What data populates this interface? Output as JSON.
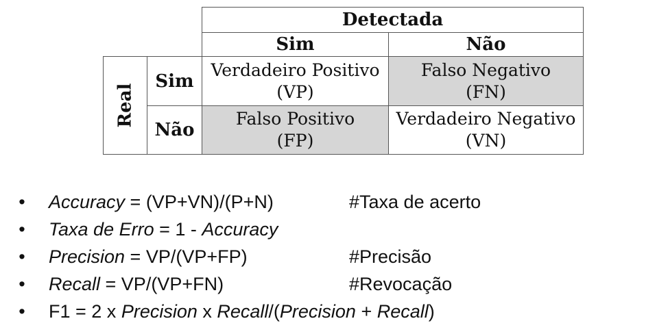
{
  "matrix": {
    "top_header": "Detectada",
    "col_sim": "Sim",
    "col_nao": "Não",
    "row_header": "Real",
    "row_sim": "Sim",
    "row_nao": "Não",
    "tp": {
      "line1": "Verdadeiro Positivo",
      "line2": "(VP)"
    },
    "fn": {
      "line1": "Falso Negativo",
      "line2": "(FN)"
    },
    "fp": {
      "line1": "Falso Positivo",
      "line2": "(FP)"
    },
    "tn": {
      "line1": "Verdadeiro Negativo",
      "line2": "(VN)"
    },
    "shade_color": "#d6d6d6"
  },
  "metrics": {
    "bullet": "•",
    "accuracy": {
      "term": "Accuracy",
      "expr": " = (VP+VN)/(P+N)",
      "comment": "#Taxa de acerto"
    },
    "error": {
      "term": "Taxa de Erro",
      "expr_mid": " = 1 - ",
      "term2": "Accuracy"
    },
    "precision": {
      "term": "Precision",
      "expr": " = VP/(VP+FP)",
      "comment": "#Precisão"
    },
    "recall": {
      "term": "Recall",
      "expr": " = VP/(VP+FN)",
      "comment": "#Revocação"
    },
    "f1": {
      "lead": "F1 =  2 x ",
      "p1": "Precision",
      "x": " x ",
      "r1": "Recall",
      "open": "/(",
      "p2": "Precision",
      "plus": " + ",
      "r2": "Recall",
      "close": ")"
    }
  }
}
